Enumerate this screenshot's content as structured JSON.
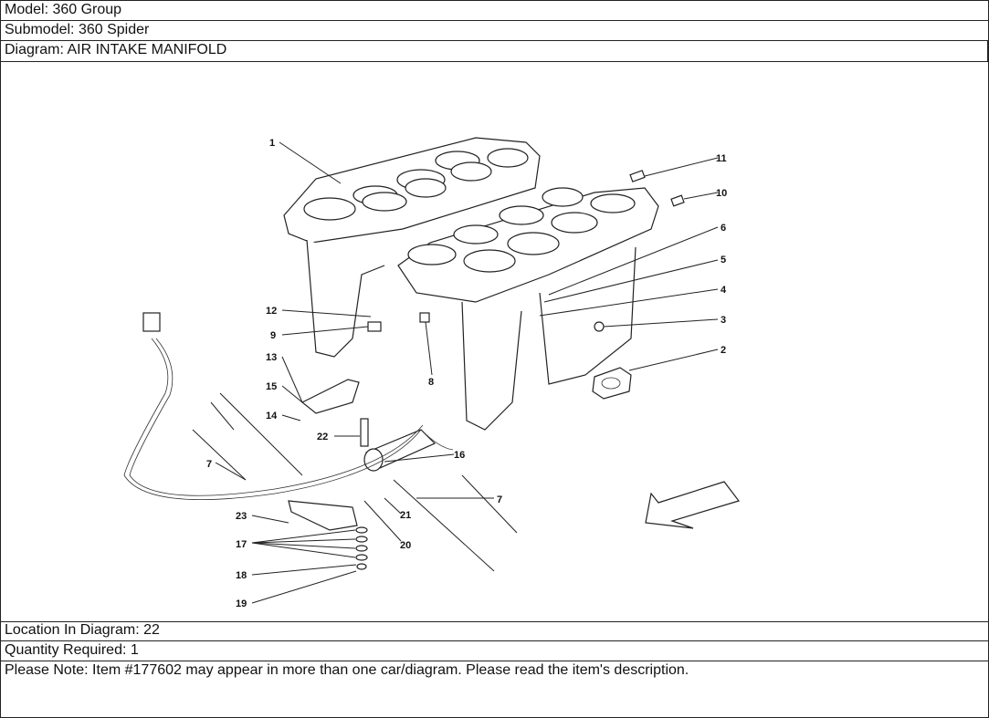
{
  "header": {
    "model": "Model: 360 Group",
    "submodel": "Submodel: 360 Spider",
    "diagram": "Diagram: AIR INTAKE MANIFOLD"
  },
  "diagram": {
    "callouts": [
      "1",
      "2",
      "3",
      "4",
      "5",
      "6",
      "7",
      "7",
      "8",
      "9",
      "10",
      "11",
      "12",
      "13",
      "14",
      "15",
      "16",
      "17",
      "18",
      "19",
      "20",
      "21",
      "22",
      "23"
    ],
    "c": {
      "n1": "1",
      "n2": "2",
      "n3": "3",
      "n4": "4",
      "n5": "5",
      "n6": "6",
      "n7a": "7",
      "n7b": "7",
      "n8": "8",
      "n9": "9",
      "n10": "10",
      "n11": "11",
      "n12": "12",
      "n13": "13",
      "n14": "14",
      "n15": "15",
      "n16": "16",
      "n17": "17",
      "n18": "18",
      "n19": "19",
      "n20": "20",
      "n21": "21",
      "n22": "22",
      "n23": "23"
    }
  },
  "footer": {
    "location": "Location In Diagram: 22",
    "quantity": "Quantity Required: 1",
    "note": "Please Note: Item #177602 may appear in more than one car/diagram. Please read the item's description."
  }
}
